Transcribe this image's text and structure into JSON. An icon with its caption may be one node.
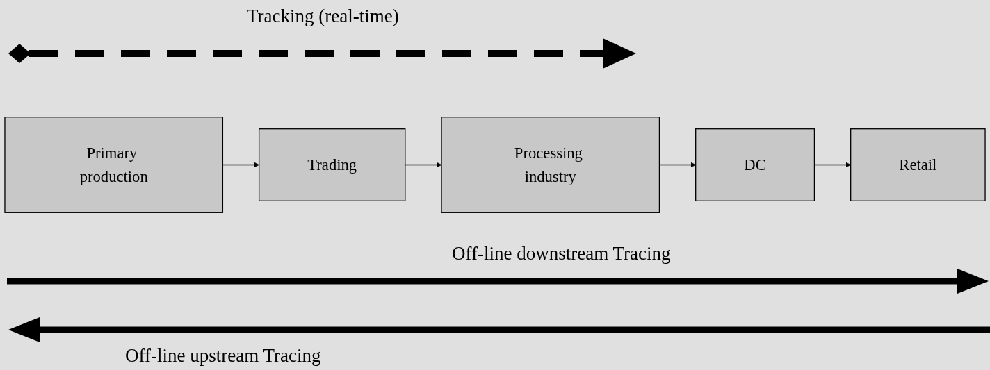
{
  "diagram": {
    "nodes": [
      {
        "text": [
          "Primary production"
        ]
      },
      {
        "text": [
          "Trading"
        ]
      },
      {
        "text": [
          "Processing industry"
        ]
      },
      {
        "text": [
          "DC"
        ]
      },
      {
        "text": [
          "Retail"
        ]
      }
    ],
    "edges": [
      {
        "from": 0,
        "to": 1,
        "arrow": "to"
      },
      {
        "from": 1,
        "to": 2,
        "arrow": "to"
      },
      {
        "from": 2,
        "to": 3,
        "arrow": "to"
      },
      {
        "from": 3,
        "to": 4,
        "arrow": "to"
      }
    ],
    "labels": [
      "Tracking (real-time)",
      "Off-line downstream Tracing",
      "Off-line upstream Tracing"
    ]
  }
}
